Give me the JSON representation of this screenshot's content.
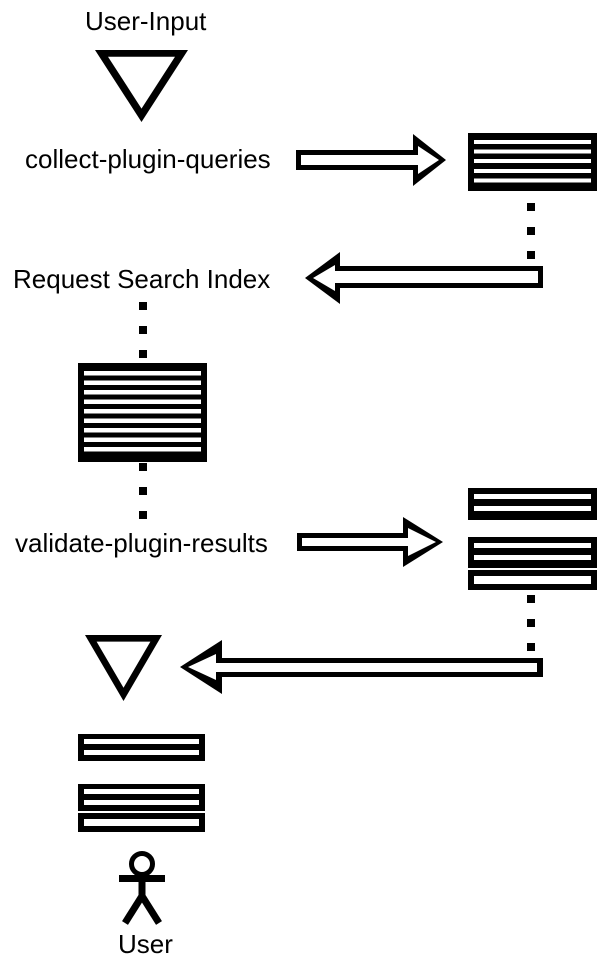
{
  "colors": {
    "ink": "#000000",
    "background": "#ffffff"
  },
  "labels": {
    "user_input": "User-Input",
    "collect": "collect-plugin-queries",
    "request": "Request Search Index",
    "validate": "validate-plugin-results",
    "user": "User"
  },
  "icons": {
    "start": "triangle-down-icon",
    "collect_arrow": "block-arrow-right-icon",
    "collect_result": "striped-box-icon",
    "request_arrow": "block-arrow-left-icon",
    "search_index": "striped-box-icon",
    "validate_arrow": "block-arrow-right-icon",
    "validate_results": "striped-box-group-icon",
    "return_arrow": "block-arrow-left-icon",
    "end": "triangle-down-icon",
    "final_results": "striped-box-group-icon",
    "connector": "dotted-line",
    "user": "actor-icon"
  }
}
